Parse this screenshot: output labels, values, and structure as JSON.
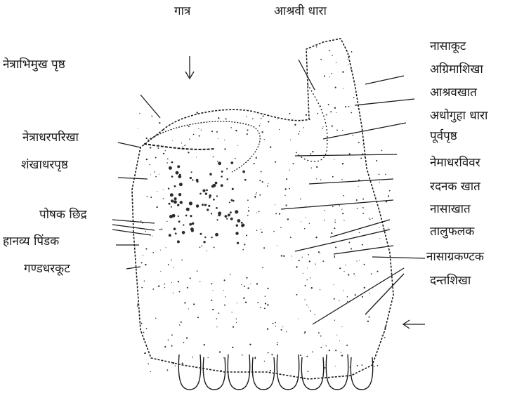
{
  "diagram": {
    "top_labels": {
      "body": "गात्र",
      "lacrimal_border": "आश्रवी धारा"
    },
    "left_labels": [
      "नेत्राभिमुख पृष्ठ",
      "नेत्राधरपरिखा",
      "शंखाधरपृष्ठ",
      "पोषक छिद्र",
      "हानव्य पिंडक",
      "गण्डधरकूट"
    ],
    "right_labels": [
      "नासाकूट",
      "अग्रिमाशिखा",
      "आश्रवखात",
      "अधोगुहा धारा",
      "पूर्वपृष्ठ",
      "नेमाधरविवर",
      "रदनक खात",
      "नासाखात",
      "तालुफलक",
      "नासाग्रकण्टक",
      "दन्तशिखा"
    ],
    "colors": {
      "ink": "#1a1a1a",
      "stipple": "#2b2b2b",
      "background": "#ffffff"
    }
  }
}
